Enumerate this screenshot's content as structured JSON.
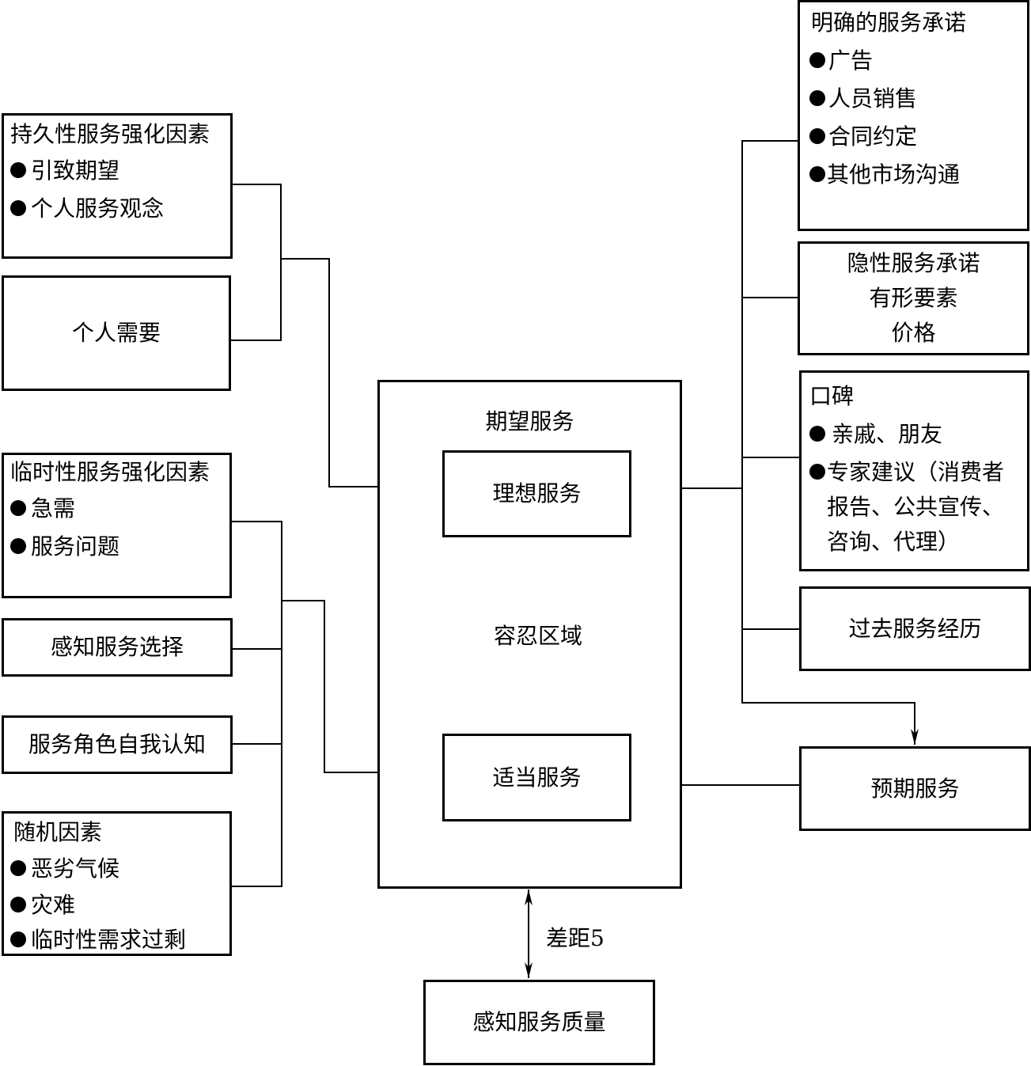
{
  "left": {
    "durable": {
      "title": "持久性服务强化因素",
      "items": [
        "引致期望",
        "个人服务观念"
      ]
    },
    "personal_needs": "个人需要",
    "transitory": {
      "title": "临时性服务强化因素",
      "items": [
        "急需",
        "服务问题"
      ]
    },
    "perceived_alternatives": "感知服务选择",
    "self_perceived_role": "服务角色自我认知",
    "situational": {
      "title": "随机因素",
      "items": [
        "恶劣气候",
        "灾难",
        "临时性需求过剩"
      ]
    }
  },
  "center": {
    "expected_service": "期望服务",
    "desired_service": "理想服务",
    "zone_of_tolerance": "容忍区域",
    "adequate_service": "适当服务",
    "gap_label": "差距5",
    "perceived_quality": "感知服务质量"
  },
  "right": {
    "explicit": {
      "title": "明确的服务承诺",
      "items": [
        "广告",
        "人员销售",
        "合同约定",
        "其他市场沟通"
      ]
    },
    "implicit": {
      "lines": [
        "隐性服务承诺",
        "有形要素",
        "价格"
      ]
    },
    "word_of_mouth": {
      "title": "口碑",
      "item1": "亲戚、朋友",
      "item2_lines": [
        "专家建议（消费者",
        "报告、公共宣传、",
        "咨询、代理）"
      ]
    },
    "past_experience": "过去服务经历",
    "predicted_service": "预期服务"
  }
}
